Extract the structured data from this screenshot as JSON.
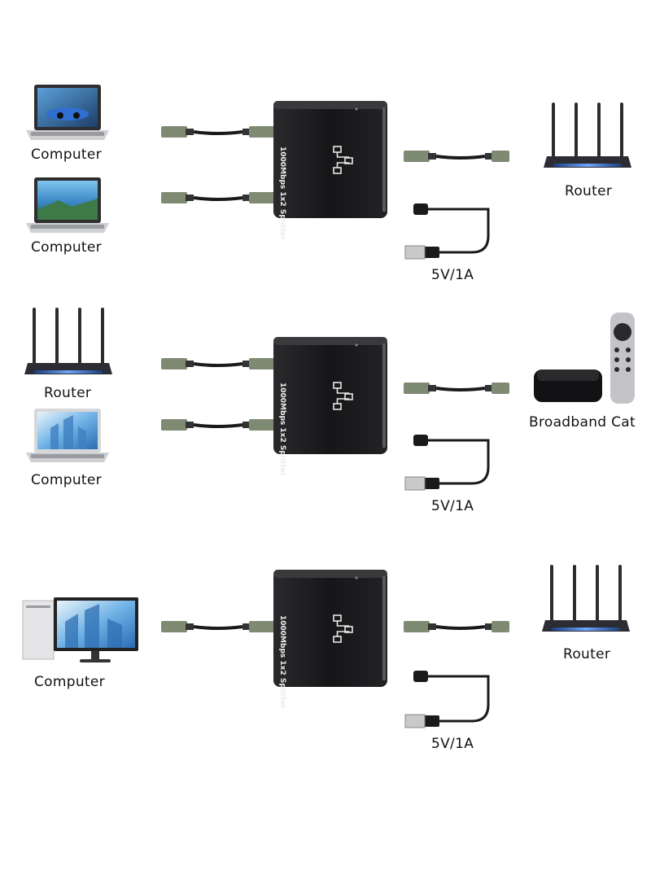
{
  "diagrams": [
    {
      "left_devices": [
        {
          "label": "Computer",
          "icon": "laptop-icon"
        },
        {
          "label": "Computer",
          "icon": "laptop-icon"
        }
      ],
      "splitter_label": "1000Mbps 1x2 Splitter",
      "right_device": {
        "label": "Router",
        "icon": "router-icon"
      },
      "power_label": "5V/1A"
    },
    {
      "left_devices": [
        {
          "label": "Router",
          "icon": "router-icon"
        },
        {
          "label": "Computer",
          "icon": "laptop-icon"
        }
      ],
      "splitter_label": "1000Mbps 1x2 Splitter",
      "right_device": {
        "label": "Broadband Cat",
        "icon": "tv-box-icon"
      },
      "power_label": "5V/1A"
    },
    {
      "left_devices": [
        {
          "label": "Computer",
          "icon": "desktop-computer-icon"
        }
      ],
      "splitter_label": "1000Mbps 1x2 Splitter",
      "right_device": {
        "label": "Router",
        "icon": "router-icon"
      },
      "power_label": "5V/1A"
    }
  ],
  "colors": {
    "splitter": "#1c1c1e",
    "cable": "#1a1a1a",
    "connector": "#7e8a72",
    "router_glow": "#3a7bd5"
  }
}
